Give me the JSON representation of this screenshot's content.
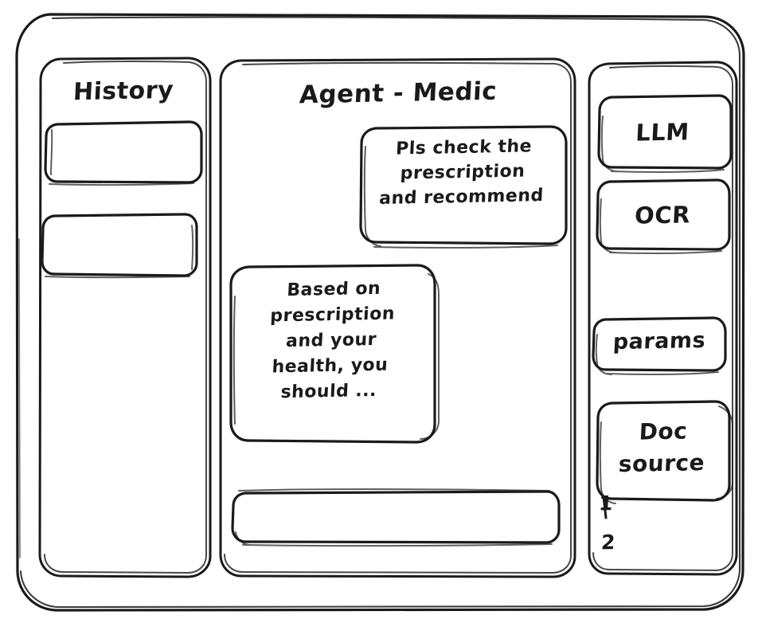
{
  "window": {
    "frame_name": "app-window"
  },
  "theme": {
    "ink": "#1a1a1a",
    "background": "#ffffff"
  },
  "sidebar_left": {
    "title": "History",
    "items": [
      {
        "label": ""
      },
      {
        "label": ""
      }
    ]
  },
  "main": {
    "title": "Agent - Medic",
    "messages": [
      {
        "role": "user",
        "text": "Pls check the\nprescription\nand recommend"
      },
      {
        "role": "assistant",
        "text": "Based on\nprescription\nand your\nhealth, you\nshould ..."
      }
    ],
    "composer": {
      "value": "",
      "placeholder": ""
    }
  },
  "sidebar_right": {
    "tools": [
      {
        "label": "LLM"
      },
      {
        "label": "OCR"
      }
    ],
    "params": {
      "label": "params"
    },
    "doc_source": {
      "label": "Doc\nsource",
      "items": [
        {
          "label": "1"
        },
        {
          "label": "2"
        }
      ]
    }
  }
}
